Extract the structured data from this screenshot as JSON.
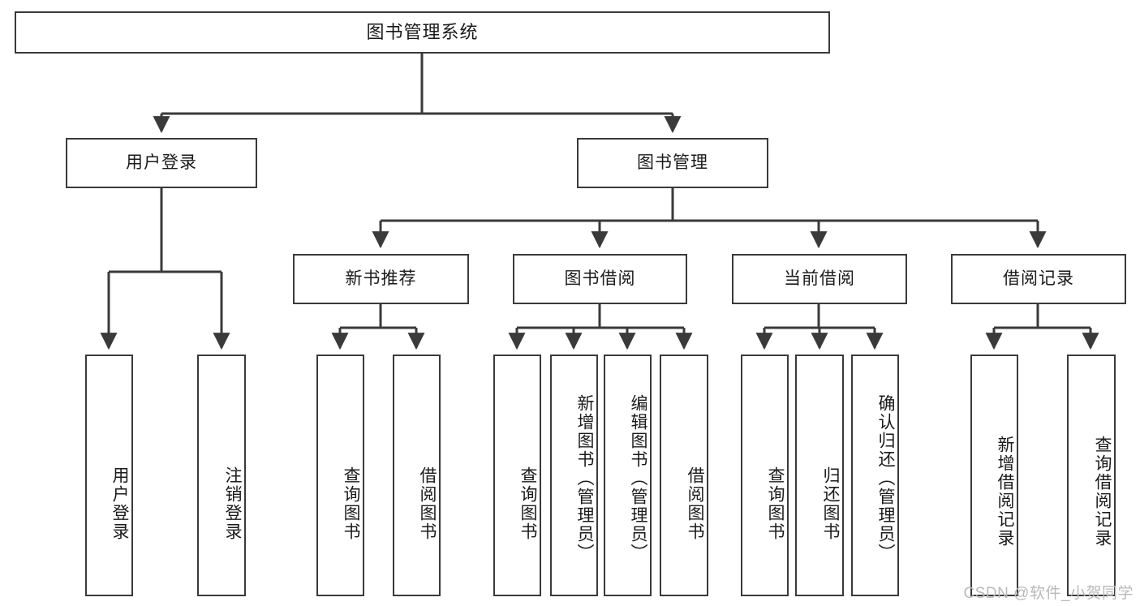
{
  "diagram": {
    "kind": "functional-structure-tree",
    "root": {
      "id": "root",
      "label": "图书管理系统"
    },
    "level2": [
      {
        "id": "user-login",
        "label": "用户登录"
      },
      {
        "id": "book-management",
        "label": "图书管理"
      }
    ],
    "level3": [
      {
        "id": "new-book-recommend",
        "label": "新书推荐",
        "parent": "book-management"
      },
      {
        "id": "book-borrow",
        "label": "图书借阅",
        "parent": "book-management"
      },
      {
        "id": "current-borrow",
        "label": "当前借阅",
        "parent": "book-management"
      },
      {
        "id": "borrow-record",
        "label": "借阅记录",
        "parent": "book-management"
      }
    ],
    "leaves": {
      "user_login": [
        {
          "id": "leaf-user-login",
          "label": "用户登录"
        },
        {
          "id": "leaf-logout-login",
          "label": "注销登录"
        }
      ],
      "new_book_recommend": [
        {
          "id": "leaf-query-book-1",
          "label": "查询图书"
        },
        {
          "id": "leaf-borrow-book-1",
          "label": "借阅图书"
        }
      ],
      "book_borrow": [
        {
          "id": "leaf-query-book-2",
          "label": "查询图书"
        },
        {
          "id": "leaf-add-book",
          "label": "新增图书（管理员）"
        },
        {
          "id": "leaf-edit-book",
          "label": "编辑图书（管理员）"
        },
        {
          "id": "leaf-borrow-book-2",
          "label": "借阅图书"
        }
      ],
      "current_borrow": [
        {
          "id": "leaf-query-book-3",
          "label": "查询图书"
        },
        {
          "id": "leaf-return-book",
          "label": "归还图书"
        },
        {
          "id": "leaf-confirm-return",
          "label": "确认归还（管理员）"
        }
      ],
      "borrow_record": [
        {
          "id": "leaf-add-borrow-record",
          "label": "新增借阅记录"
        },
        {
          "id": "leaf-query-borrow-record",
          "label": "查询借阅记录"
        }
      ]
    }
  },
  "watermark": {
    "text": "CSDN @软件_小贺同学"
  },
  "colors": {
    "stroke": "#3a3a3a",
    "fill": "#ffffff",
    "text": "#1a1a1a",
    "watermark": "#b9b9b9"
  }
}
